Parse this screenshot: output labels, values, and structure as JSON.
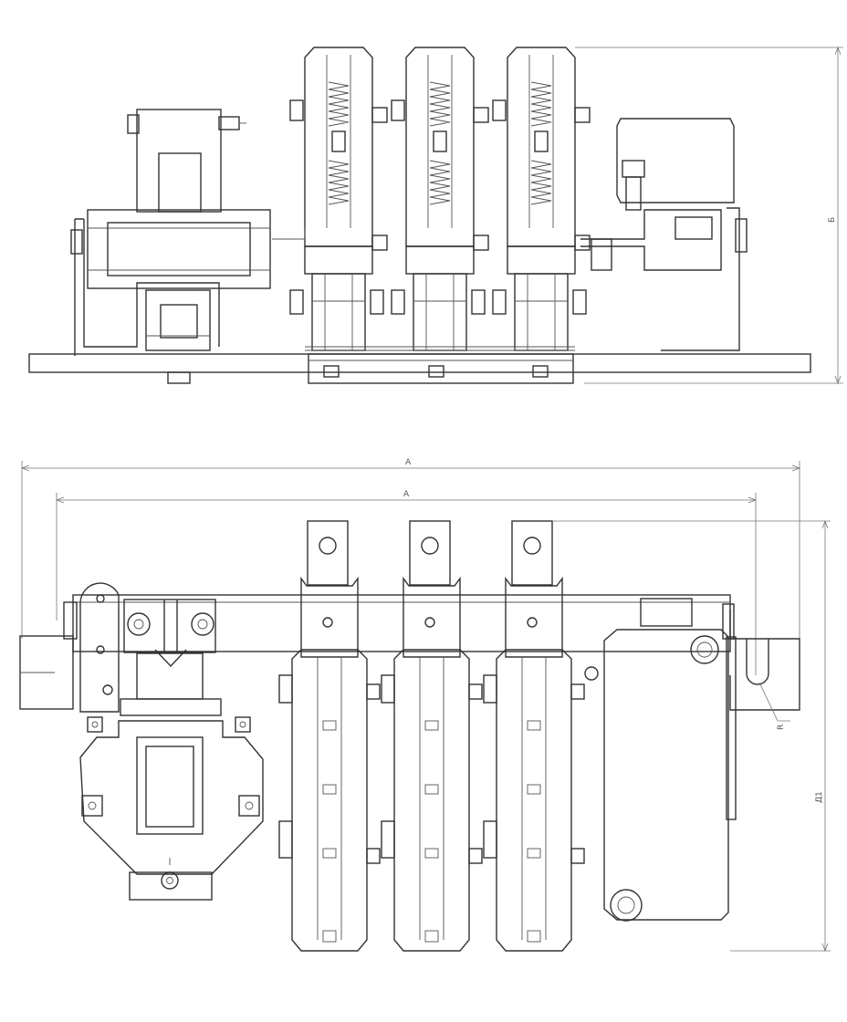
{
  "dimensions": {
    "top_height": "Б",
    "width_outer": "A",
    "width_inner": "A",
    "depth": "Д1",
    "radius": "R"
  },
  "colors": {
    "line": "#333333",
    "dimension": "#777777",
    "paper": "#ffffff"
  }
}
